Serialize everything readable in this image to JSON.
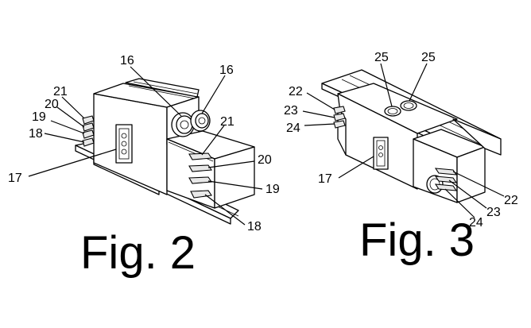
{
  "figures": [
    {
      "caption": "Fig. 2",
      "refs": [
        "16",
        "16",
        "21",
        "20",
        "19",
        "18",
        "17",
        "21",
        "20",
        "19",
        "18"
      ]
    },
    {
      "caption": "Fig. 3",
      "refs": [
        "25",
        "25",
        "22",
        "23",
        "24",
        "17",
        "22",
        "23",
        "24"
      ]
    }
  ]
}
